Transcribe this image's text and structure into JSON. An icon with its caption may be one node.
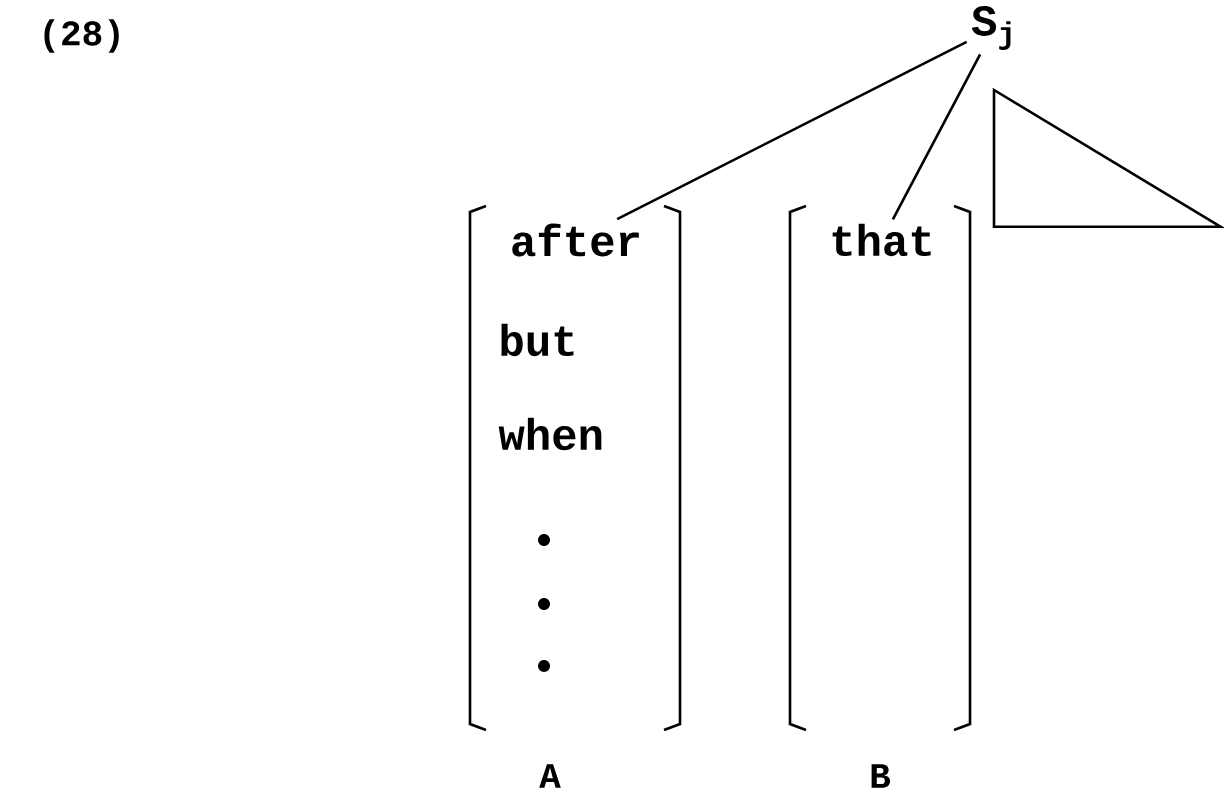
{
  "diagram": {
    "nodes": [
      {
        "text": [
          "S$_{j}$"
        ]
      },
      {
        "text": [
          "after"
        ]
      },
      {
        "text": [
          "that"
        ]
      },
      {
        "text": [],
        "shape": "triangle"
      }
    ],
    "edges": [
      {
        "from": 0,
        "to": 1,
        "arrow": "none"
      },
      {
        "from": 0,
        "to": 2,
        "arrow": "none"
      }
    ],
    "labels": [
      "(28)",
      "but",
      "when",
      "A",
      "B"
    ]
  }
}
